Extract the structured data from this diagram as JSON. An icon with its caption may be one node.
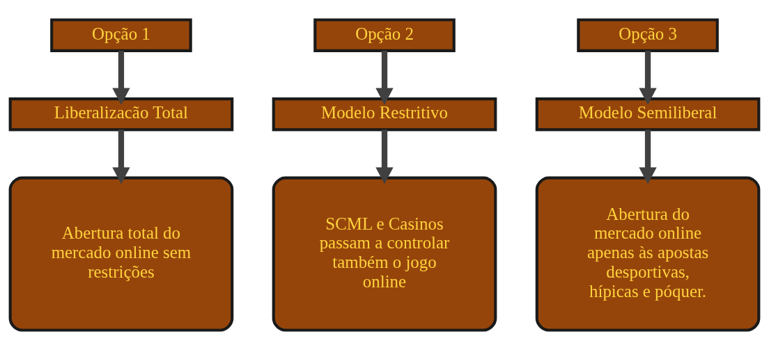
{
  "diagram": {
    "nodes": [
      {
        "text": [
          "Opção 1"
        ]
      },
      {
        "text": [
          "Opção 2"
        ]
      },
      {
        "text": [
          "Opção 3"
        ]
      },
      {
        "text": [
          "Liberalizacão Total"
        ]
      },
      {
        "text": [
          "Modelo Restritivo"
        ]
      },
      {
        "text": [
          "Modelo Semiliberal"
        ]
      },
      {
        "text": [
          "Abertura total do mercado online sem restrições"
        ]
      },
      {
        "text": [
          "SCML e Casinos passam a controlar também o jogo online"
        ]
      },
      {
        "text": [
          "Abertura do mercado online apenas às apostas desportivas, hípicas e póquer."
        ]
      }
    ],
    "edges": [
      {
        "from": 0,
        "to": 3,
        "arrow": "to"
      },
      {
        "from": 3,
        "to": 6,
        "arrow": "to"
      },
      {
        "from": 1,
        "to": 4,
        "arrow": "to"
      },
      {
        "from": 4,
        "to": 7,
        "arrow": "to"
      },
      {
        "from": 2,
        "to": 5,
        "arrow": "to"
      },
      {
        "from": 5,
        "to": 8,
        "arrow": "to"
      }
    ]
  }
}
